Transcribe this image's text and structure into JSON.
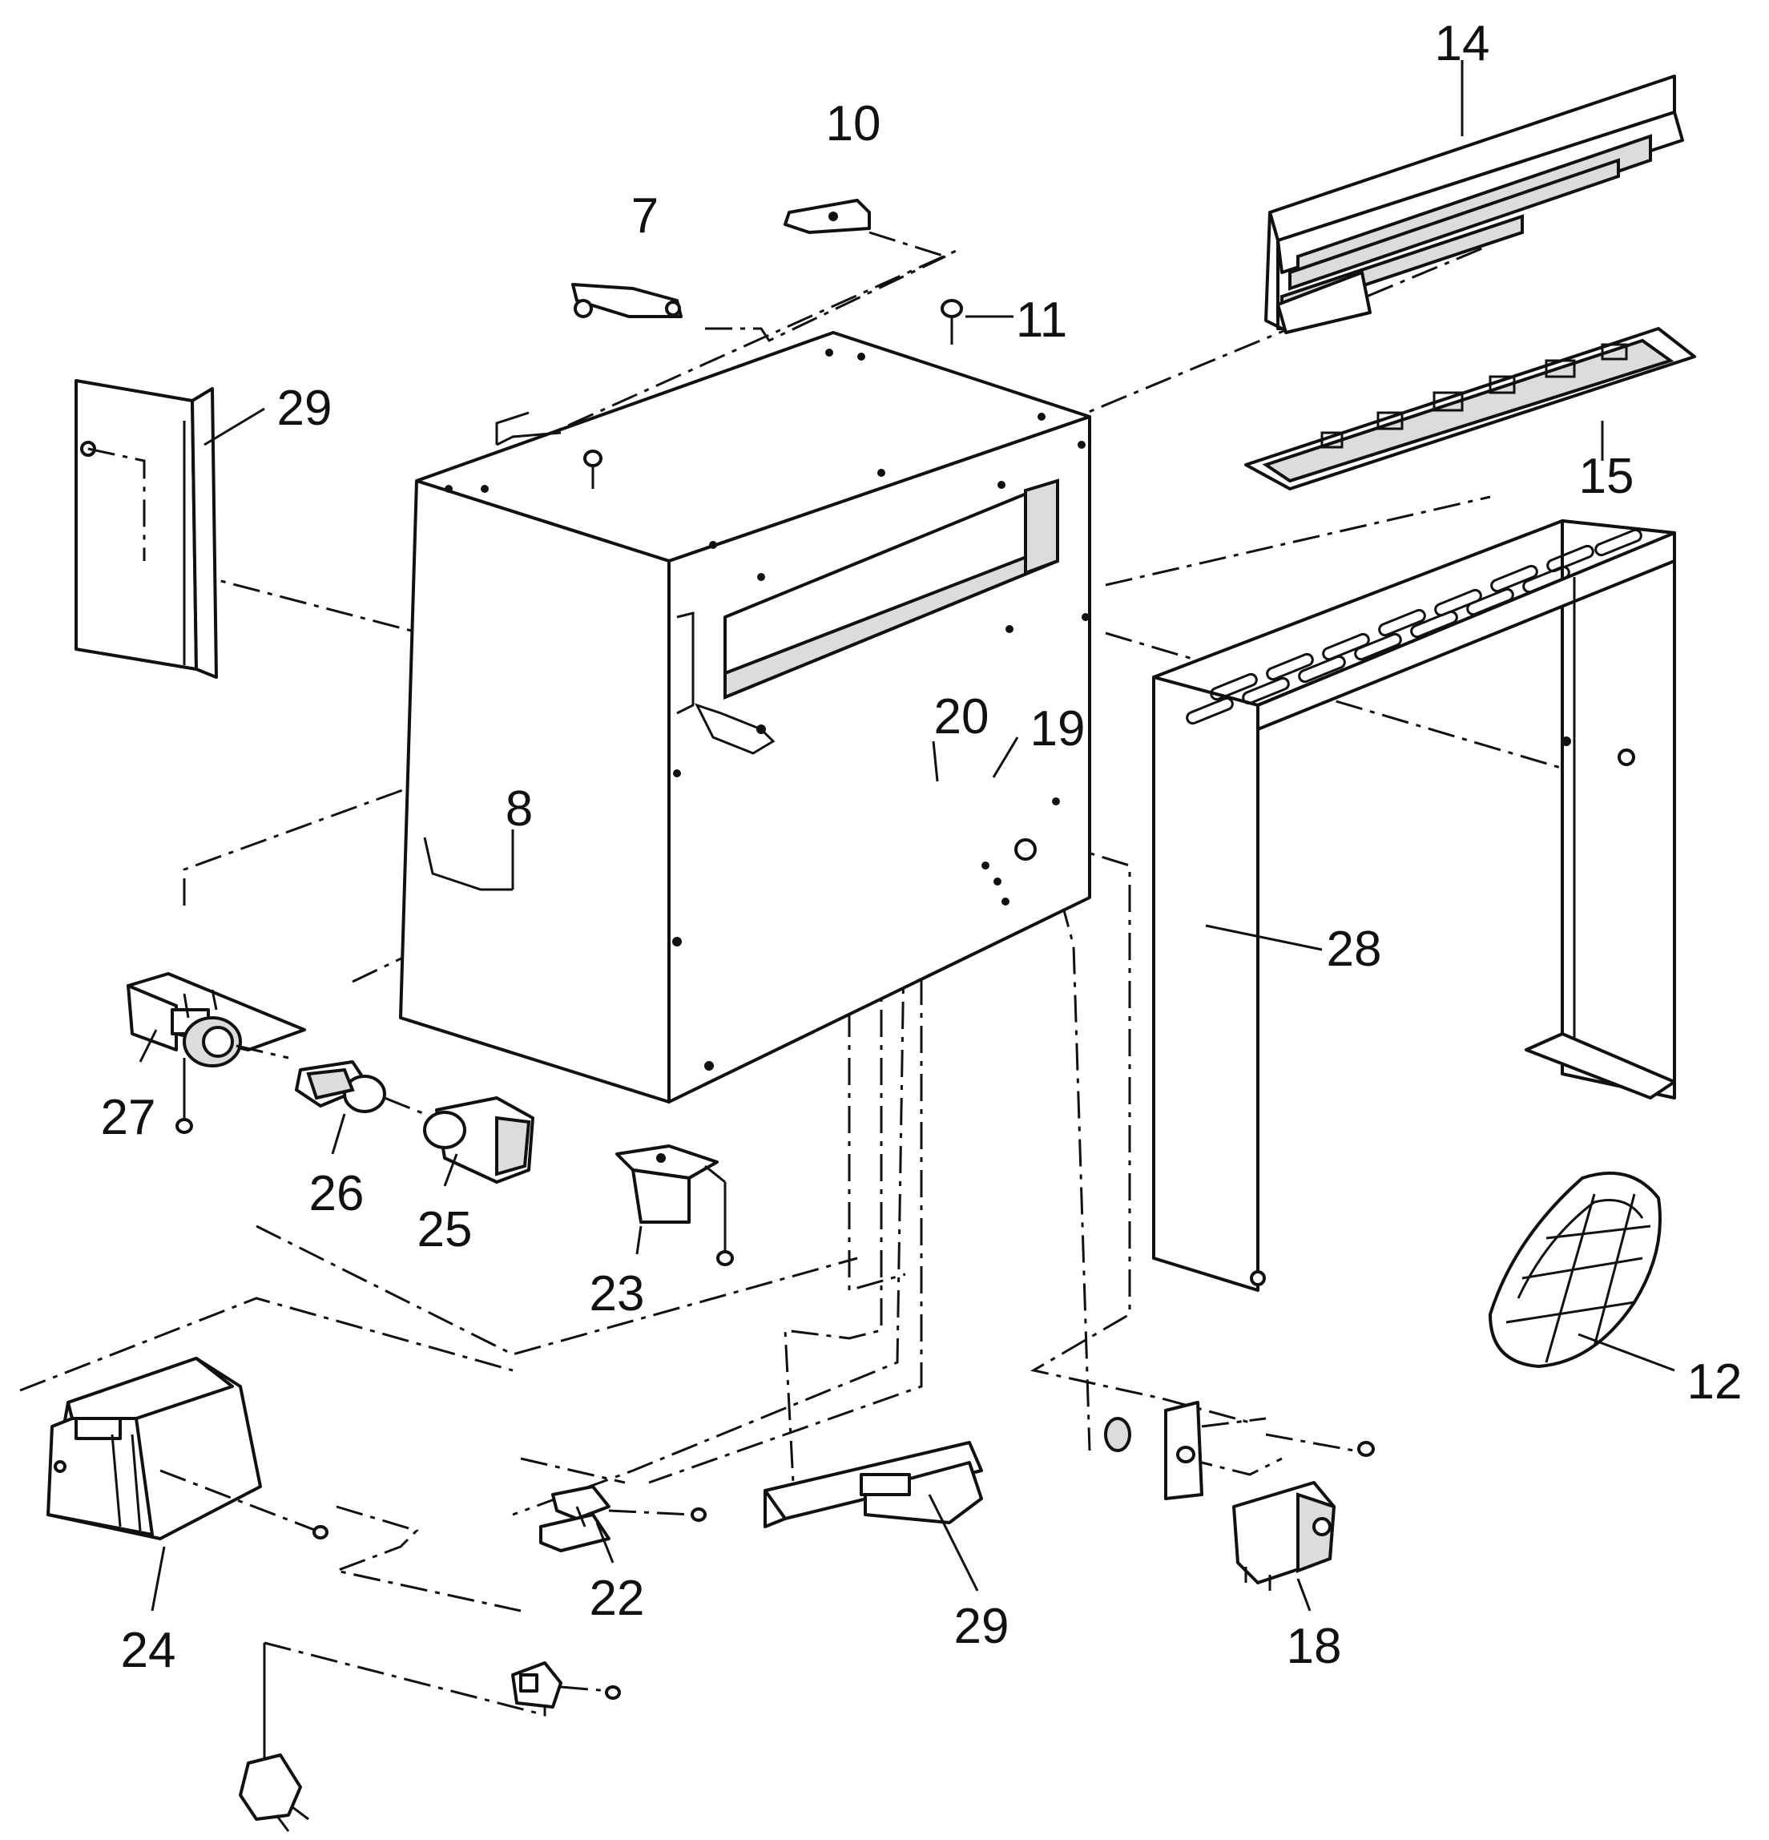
{
  "labels": {
    "l7": "7",
    "l8": "8",
    "l10": "10",
    "l11": "11",
    "l12": "12",
    "l14": "14",
    "l15": "15",
    "l18": "18",
    "l19": "19",
    "l20": "20",
    "l22": "22",
    "l23": "23",
    "l24": "24",
    "l25": "25",
    "l26": "26",
    "l27": "27",
    "l28": "28",
    "l29a": "29",
    "l29b": "29"
  }
}
